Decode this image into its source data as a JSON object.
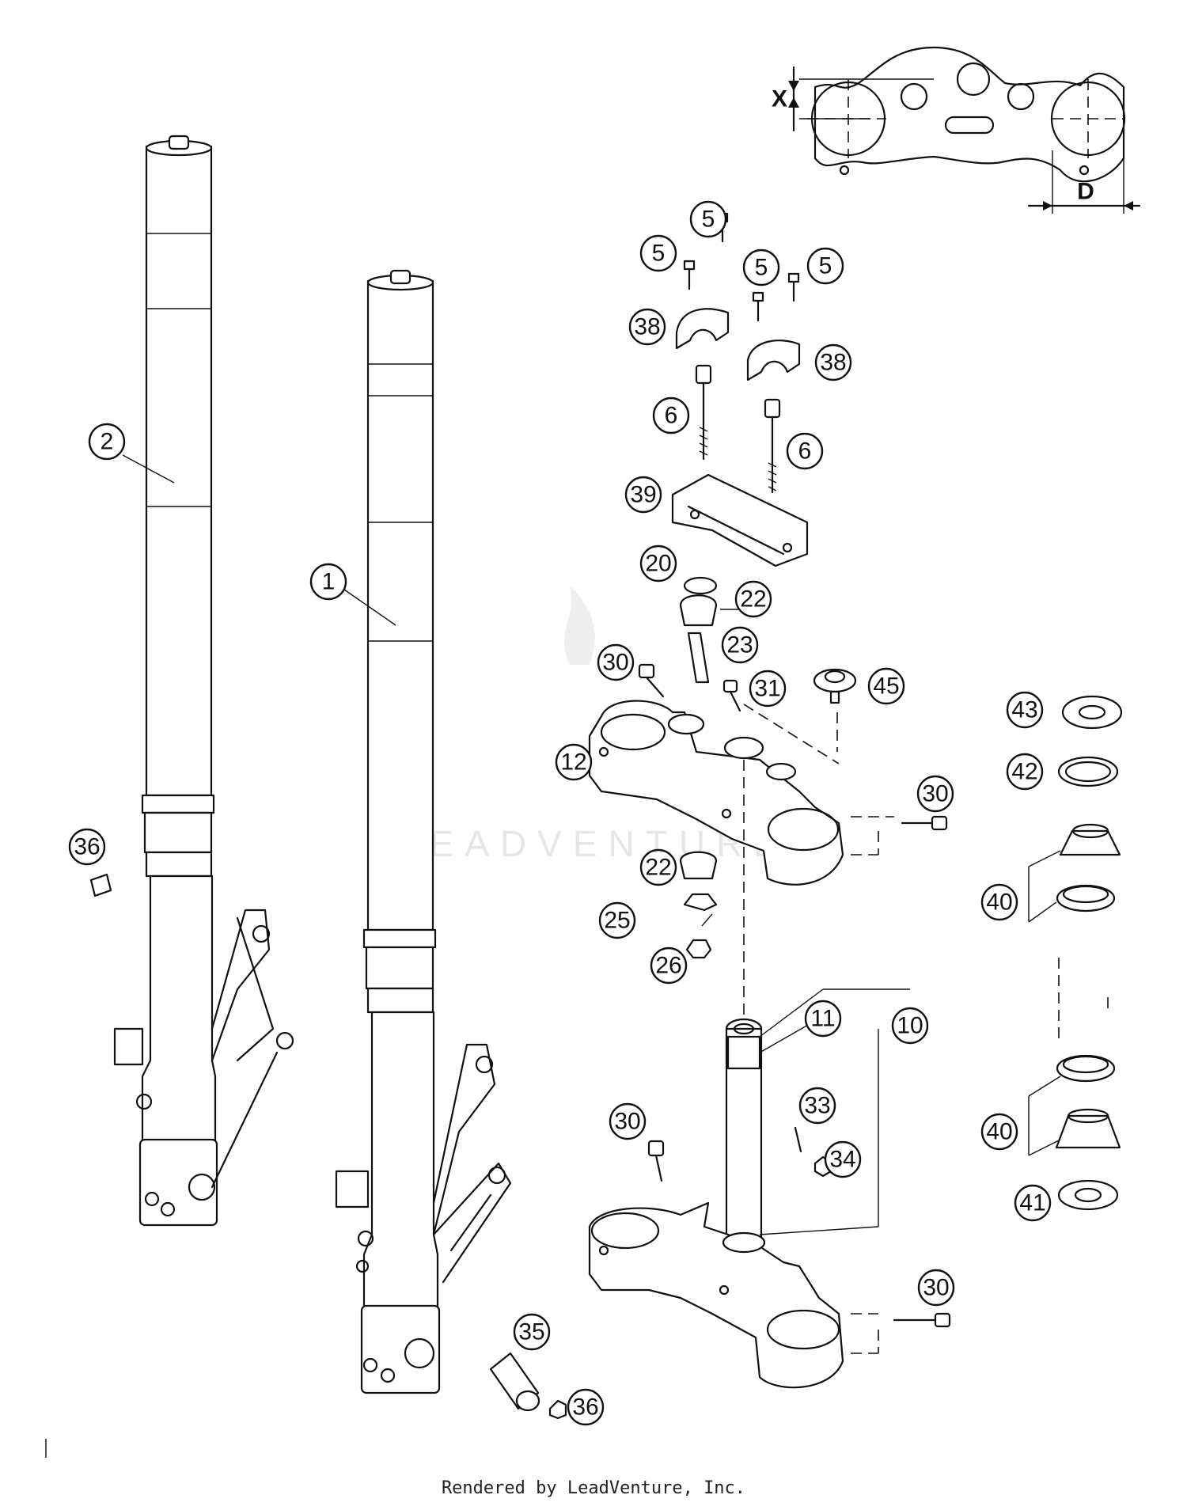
{
  "diagram": {
    "watermark": "LEADVENTURE",
    "dimension_labels": {
      "height": "X",
      "width": "D"
    },
    "callouts": {
      "c1": "1",
      "c2": "2",
      "c5a": "5",
      "c5b": "5",
      "c5c": "5",
      "c5d": "5",
      "c38a": "38",
      "c38b": "38",
      "c6a": "6",
      "c6b": "6",
      "c39": "39",
      "c20": "20",
      "c22a": "22",
      "c23": "23",
      "c30a": "30",
      "c31": "31",
      "c45": "45",
      "c12": "12",
      "c30b": "30",
      "c22b": "22",
      "c25": "25",
      "c26": "26",
      "c11": "11",
      "c10": "10",
      "c33": "33",
      "c34": "34",
      "c30c": "30",
      "c30d": "30",
      "c35": "35",
      "c36a": "36",
      "c36b": "36",
      "c43": "43",
      "c42": "42",
      "c40a": "40",
      "c40b": "40",
      "c41": "41"
    }
  },
  "footer": {
    "text": "Rendered by LeadVenture, Inc."
  }
}
